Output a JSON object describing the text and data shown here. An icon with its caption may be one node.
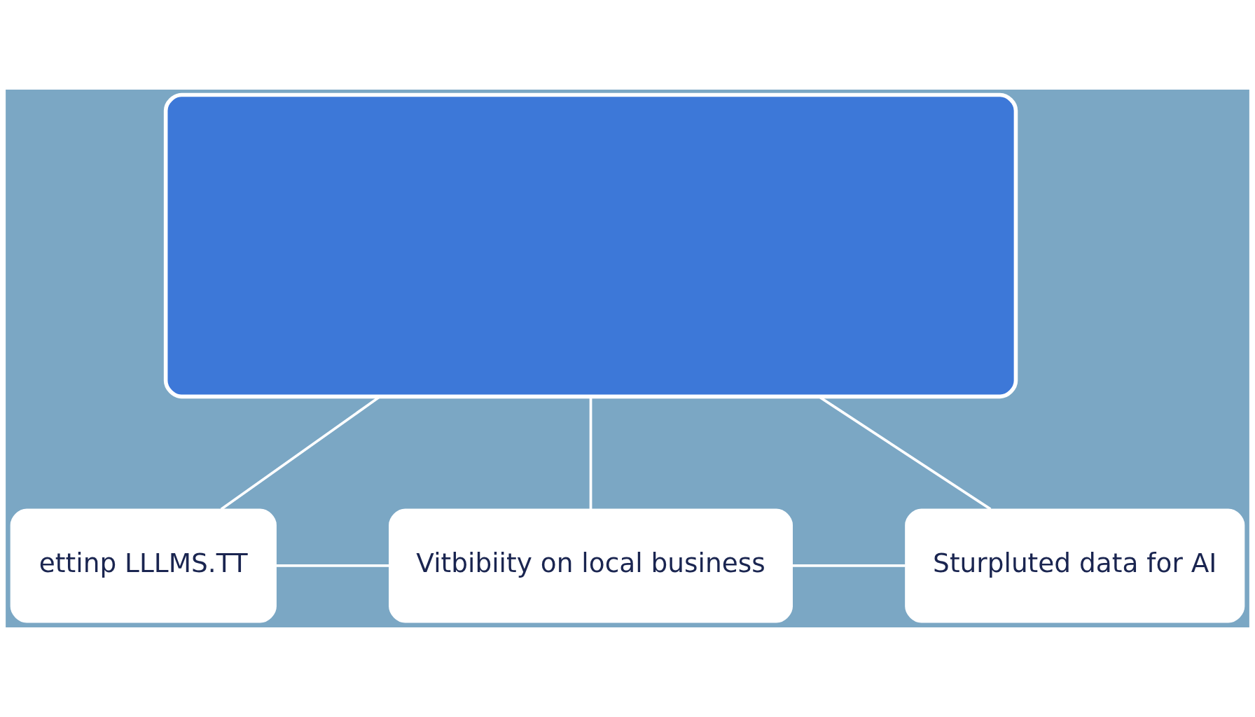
{
  "diagram": {
    "nodes": [
      {
        "text": [],
        "shape": "box"
      },
      {
        "text": [
          "ettinp LLLMS.TT"
        ]
      },
      {
        "text": [
          "Vitbibiity on local business"
        ]
      },
      {
        "text": [
          "Sturpluted data for AI"
        ]
      }
    ],
    "edges": [
      {
        "from": 0,
        "to": 1,
        "arrow": "none"
      },
      {
        "from": 0,
        "to": 2,
        "arrow": "none"
      },
      {
        "from": 0,
        "to": 3,
        "arrow": "none"
      },
      {
        "from": 1,
        "to": 2,
        "arrow": "none"
      },
      {
        "from": 2,
        "to": 3,
        "arrow": "none"
      }
    ]
  }
}
